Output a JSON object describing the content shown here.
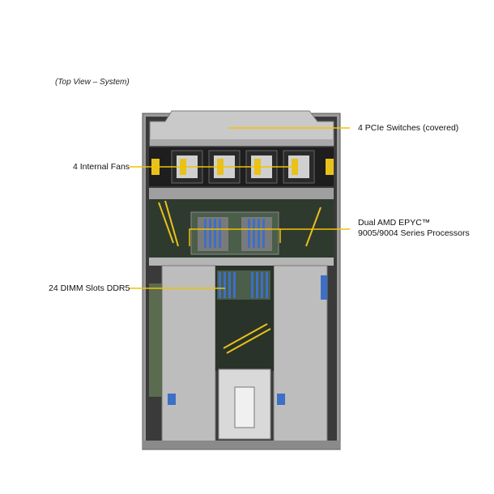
{
  "view_title": "(Top View – System)",
  "callouts": {
    "pcie": "4 PCIe Switches (covered)",
    "fans": "4 Internal Fans",
    "cpu_line1": "Dual AMD EPYC™",
    "cpu_line2": "9005/9004 Series Processors",
    "dimm": "24 DIMM Slots DDR5"
  },
  "colors": {
    "callout_line": "#f2c200",
    "chassis": "#b8b8b8",
    "dark_interior": "#2b2b2b",
    "fan_yellow": "#e8c21a",
    "dimm_blue": "#3d6fc6"
  }
}
